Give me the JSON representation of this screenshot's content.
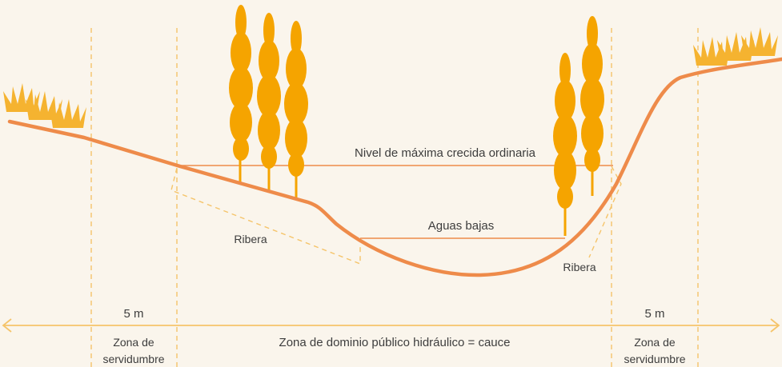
{
  "labels": {
    "max_flood": "Nivel de máxima crecida ordinaria",
    "low_water": "Aguas bajas",
    "ribera_left": "Ribera",
    "ribera_right": "Ribera",
    "width_left": "5 m",
    "width_right": "5 m",
    "servidumbre_left_1": "Zona de",
    "servidumbre_left_2": "servidumbre",
    "servidumbre_right_1": "Zona de",
    "servidumbre_right_2": "servidumbre",
    "dominio": "Zona de dominio público hidráulico = cauce"
  },
  "colors": {
    "background": "#faf5ec",
    "terrain": "#ee8b4a",
    "tree": "#f5a400",
    "grass": "#f5b330",
    "guide": "#f5c46a",
    "text": "#3d3d3d"
  },
  "icons": [
    "tree-icon",
    "grass-icon",
    "arrow-left-icon",
    "arrow-right-icon"
  ]
}
